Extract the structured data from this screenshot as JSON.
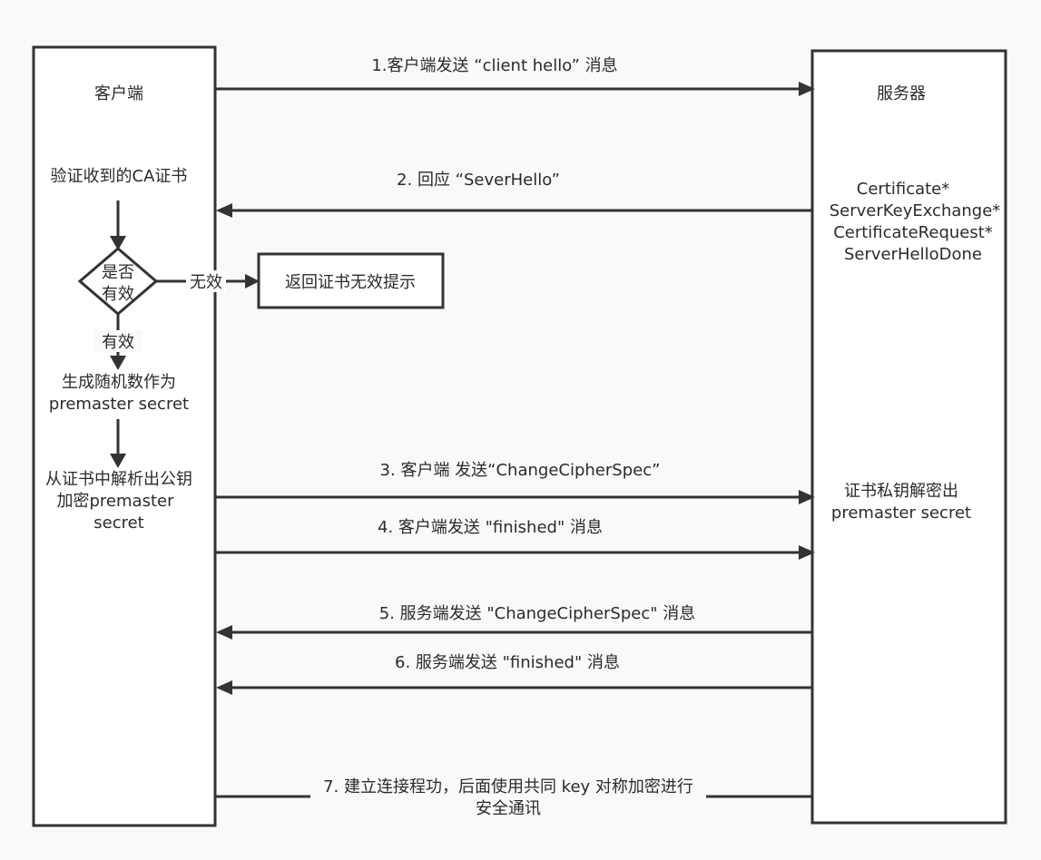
{
  "client": {
    "title": "客户端"
  },
  "server": {
    "title": "服务器",
    "messages": [
      "Certificate*",
      "ServerKeyExchange*",
      "CertificateRequest*",
      "ServerHelloDone"
    ],
    "decrypt": [
      "证书私钥解密出",
      "premaster secret"
    ]
  },
  "client_flow": {
    "verify": "验证收到的CA证书",
    "decision": [
      "是否",
      "有效"
    ],
    "invalid_label": "无效",
    "valid_label": "有效",
    "invalid_result": "返回证书无效提示",
    "generate": [
      "生成随机数作为",
      "premaster secret"
    ],
    "encrypt": [
      "从证书中解析出公钥",
      "加密premaster",
      "secret"
    ]
  },
  "messages": [
    "1.客户端发送 “client hello” 消息",
    "2. 回应 “SeverHello”",
    "3. 客户端 发送“ChangeCipherSpec”",
    "4. 客户端发送 \"finished\" 消息",
    "5. 服务端发送 \"ChangeCipherSpec\" 消息",
    "6. 服务端发送 \"finished\" 消息",
    [
      "7. 建立连接程功，后面使用共同 key 对称加密进行",
      "安全通讯"
    ]
  ]
}
